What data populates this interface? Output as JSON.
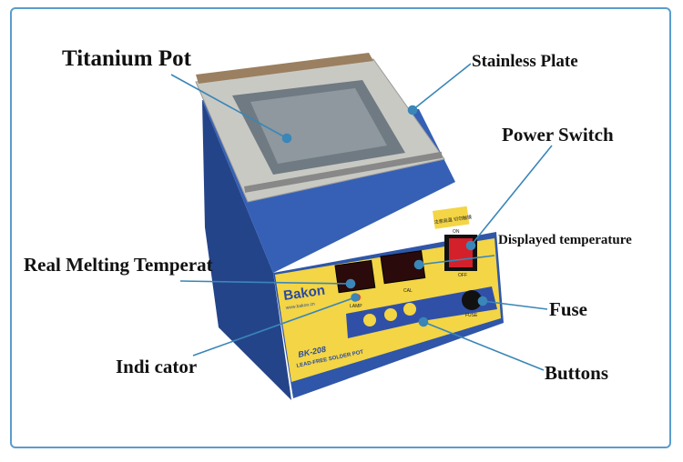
{
  "labels": {
    "titanium_pot": "Titanium Pot",
    "stainless_plate": "Stainless Plate",
    "power_switch": "Power Switch",
    "displayed_temperature": "Displayed temperature",
    "real_melting": "Real Melting Temperat",
    "fuse": "Fuse",
    "indicator": "Indi cator",
    "buttons": "Buttons"
  },
  "device": {
    "brand": "Bakon",
    "website": "www.bakon.cn",
    "model": "BK-208",
    "subtitle": "LEAD-FREE SOLDER POT",
    "lamp": "LAMP",
    "cal": "CAL",
    "fuse": "FUSE",
    "on": "ON",
    "off": "OFF",
    "warning": "注意高温 切勿触摸"
  },
  "colors": {
    "frame": "#5b9ccc",
    "callout": "#3a86b8",
    "body": "#2f56a8",
    "panel": "#f3d545",
    "switch": "#d4202a"
  }
}
